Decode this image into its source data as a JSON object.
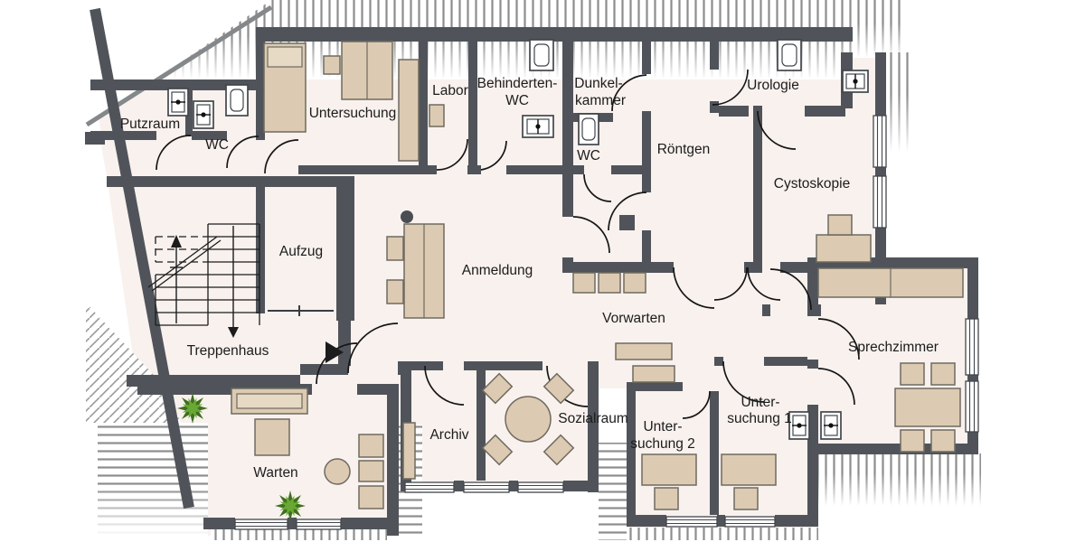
{
  "rooms": {
    "putzraum": {
      "label": "Putzraum"
    },
    "wc1": {
      "label": "WC"
    },
    "untersuchung": {
      "label": "Untersuchung"
    },
    "labor": {
      "label": "Labor"
    },
    "behinderten_wc": {
      "line1": "Behinderten-",
      "line2": "WC"
    },
    "dunkelkammer": {
      "line1": "Dunkel-",
      "line2": "kammer"
    },
    "wc2": {
      "label": "WC"
    },
    "roentgen": {
      "label": "Röntgen"
    },
    "urologie": {
      "label": "Urologie"
    },
    "cystoskopie": {
      "label": "Cystoskopie"
    },
    "aufzug": {
      "label": "Aufzug"
    },
    "treppenhaus": {
      "label": "Treppenhaus"
    },
    "anmeldung": {
      "label": "Anmeldung"
    },
    "vorwarten": {
      "label": "Vorwarten"
    },
    "sprechzimmer": {
      "label": "Sprechzimmer"
    },
    "archiv": {
      "label": "Archiv"
    },
    "sozialraum": {
      "label": "Sozialraum"
    },
    "untersuchung1": {
      "line1": "Unter-",
      "line2": "suchung 1"
    },
    "untersuchung2": {
      "line1": "Unter-",
      "line2": "suchung 2"
    },
    "warten": {
      "label": "Warten"
    }
  },
  "colors": {
    "wall": "#50545a",
    "floor": "#f8f1ee",
    "furniture": "#dccbb2",
    "hatch": "#8d8d8d",
    "plant_dark": "#3f7020",
    "plant_light": "#69a832"
  }
}
